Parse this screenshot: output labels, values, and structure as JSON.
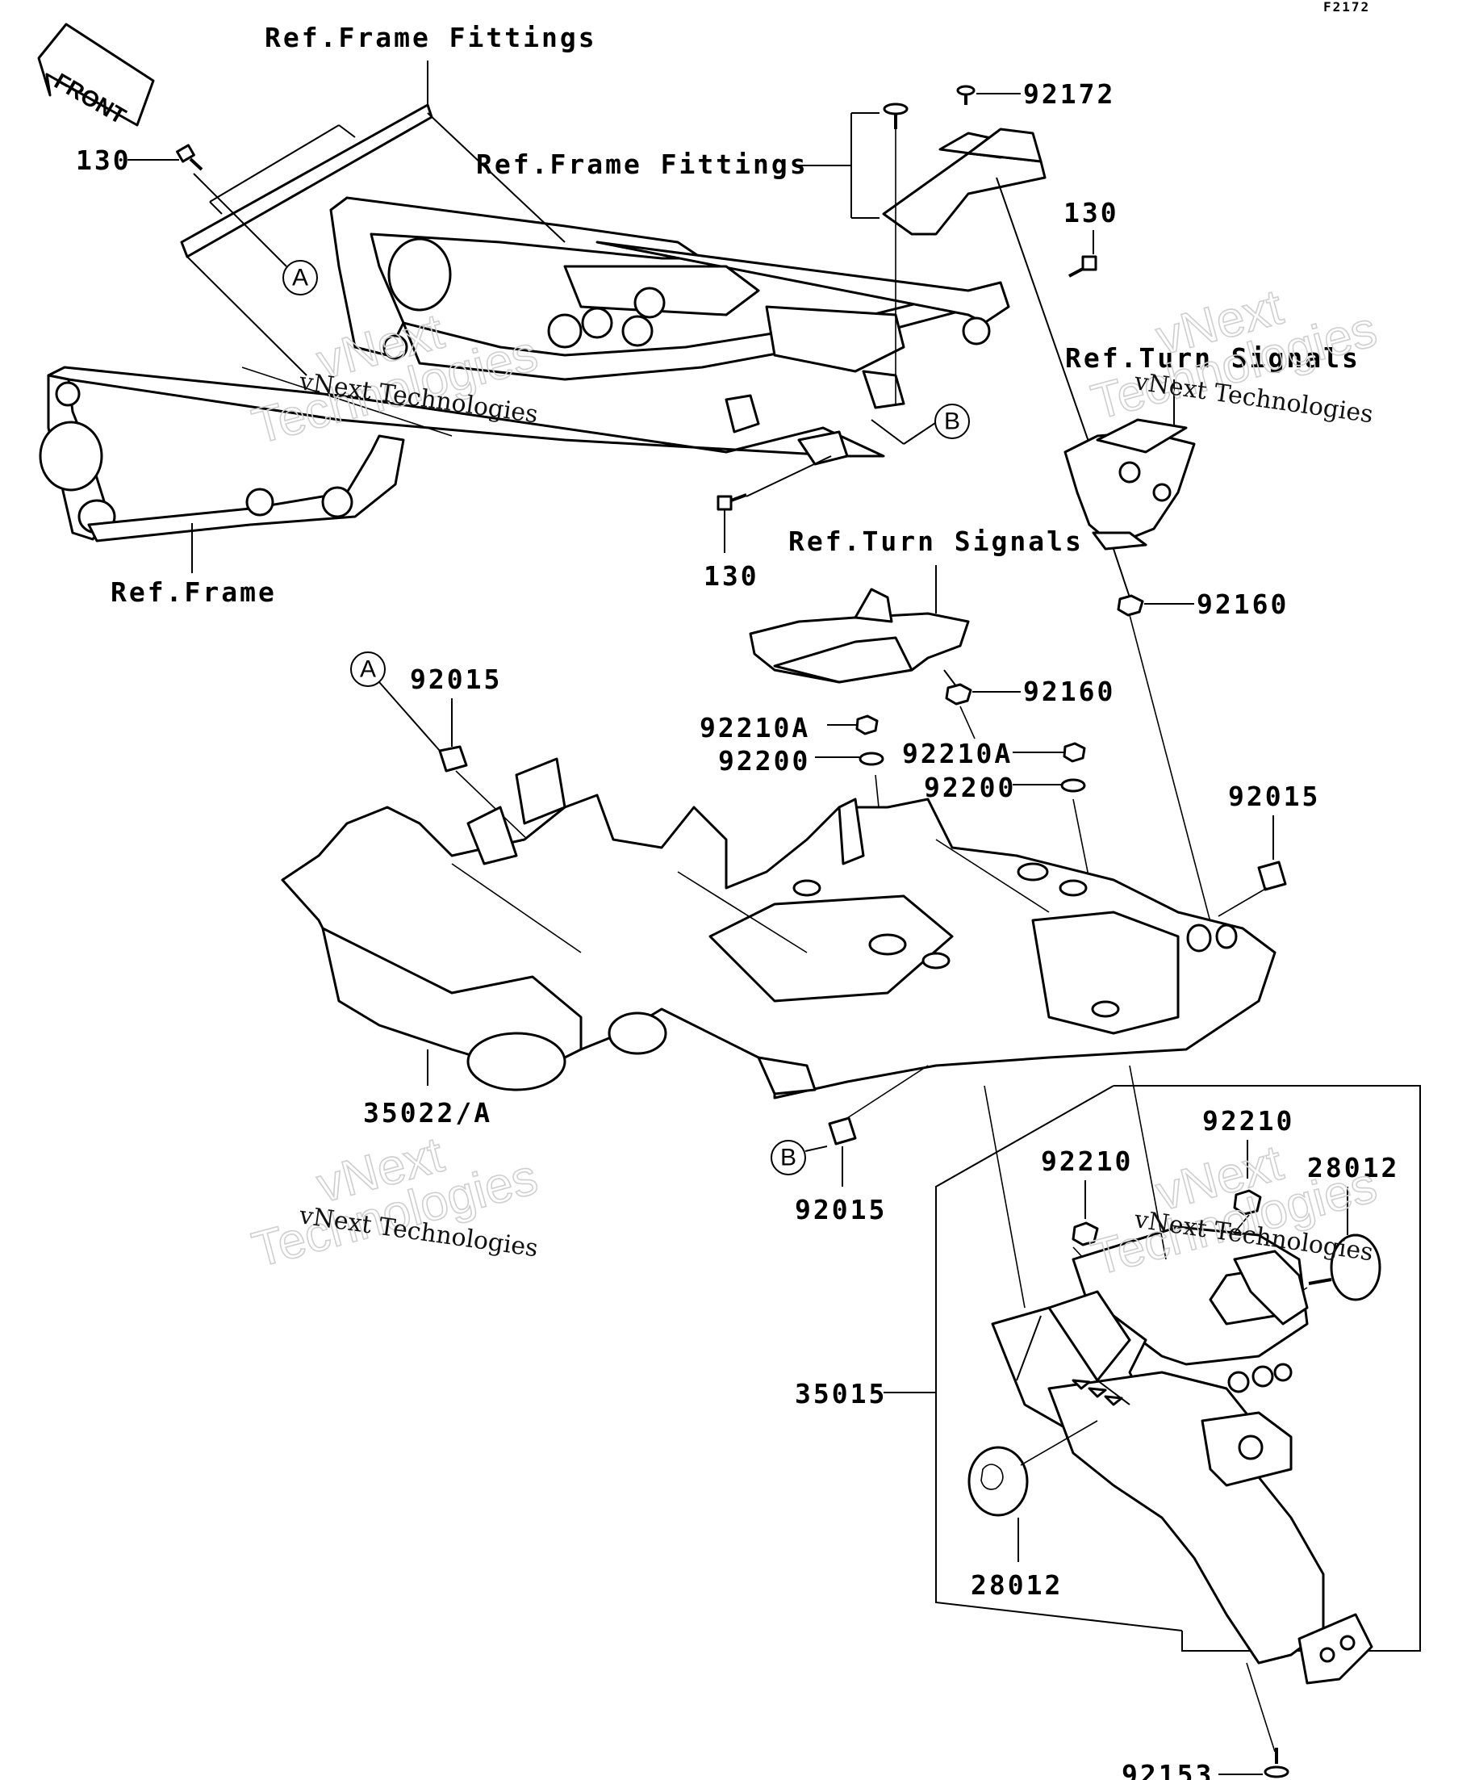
{
  "ref_code": "F2172",
  "front_arrow": "FRONT",
  "labels": {
    "ref_frame_fittings_top": "Ref.Frame Fittings",
    "ref_frame_fittings_mid": "Ref.Frame Fittings",
    "ref_frame": "Ref.Frame",
    "ref_turn_signals_right": "Ref.Turn Signals",
    "ref_turn_signals_mid": "Ref.Turn Signals",
    "p130_top_left": "130",
    "p130_right": "130",
    "p130_mid": "130",
    "p92172": "92172",
    "p92160_right": "92160",
    "p92160_mid": "92160",
    "p92015_left": "92015",
    "p92015_right": "92015",
    "p92015_bottom": "92015",
    "p92210A_left": "92210A",
    "p92210A_right": "92210A",
    "p92200_left": "92200",
    "p92200_right": "92200",
    "p35022A": "35022/A",
    "p92210_left": "92210",
    "p92210_right": "92210",
    "p28012_top": "28012",
    "p28012_bottom": "28012",
    "p35015": "35015",
    "p92153": "92153"
  },
  "circle_refs": {
    "a_top": "A",
    "a_mid": "A",
    "b_top": "B",
    "b_bottom": "B"
  },
  "watermark": {
    "small": "vNext Technologies",
    "big_line1": "vNext",
    "big_line2": "Technologies"
  }
}
